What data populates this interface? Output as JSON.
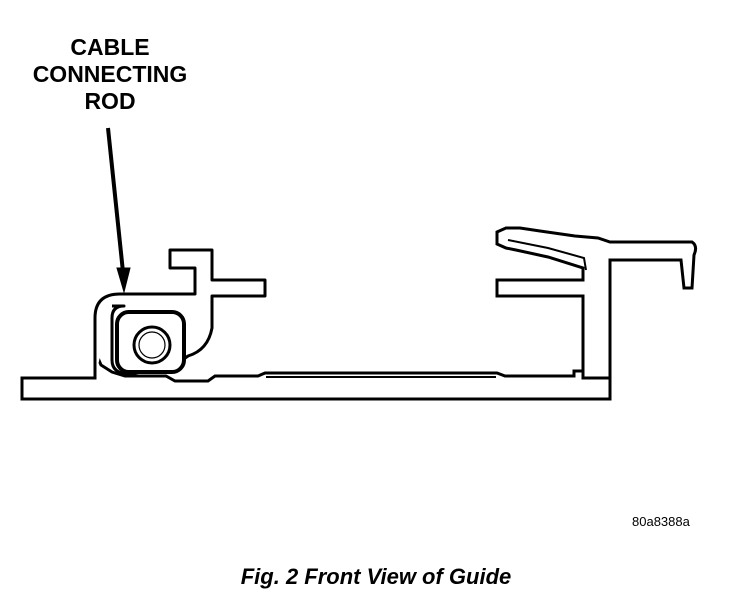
{
  "callout": {
    "lines": [
      "CABLE",
      "CONNECTING",
      "ROD"
    ]
  },
  "reference_code": "80a8388a",
  "caption": "Fig. 2 Front View of Guide"
}
